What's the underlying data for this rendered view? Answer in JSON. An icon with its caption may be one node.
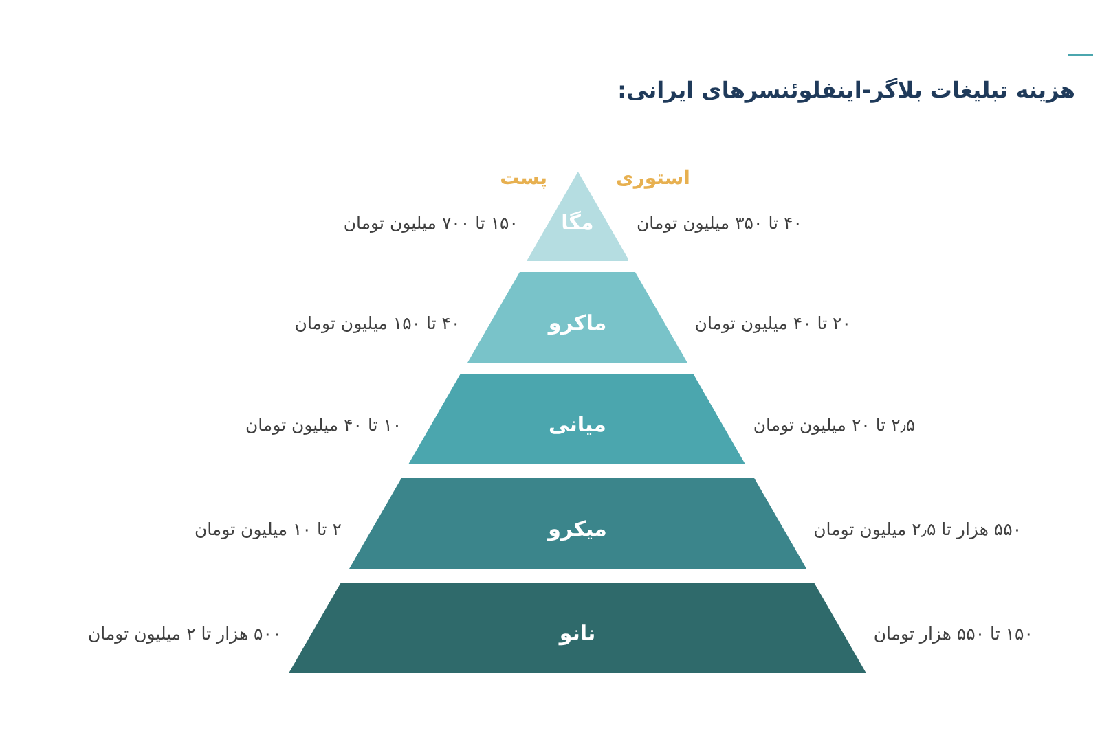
{
  "diagram": {
    "title": "هزینه تبلیغات بلاگر-اینفلوئنسرهای ایرانی:",
    "nodes": [
      {
        "text": [
          "مگا"
        ],
        "beside": [
          "۱۵۰ تا ۷۰۰ میلیون تومان",
          "۴۰ تا ۳۵۰ میلیون تومان"
        ]
      },
      {
        "text": [
          "ماکرو"
        ],
        "beside": [
          "۴۰ تا ۱۵۰ میلیون تومان",
          "۲۰ تا ۴۰ میلیون تومان"
        ]
      },
      {
        "text": [
          "میانی"
        ],
        "beside": [
          "۱۰ تا ۴۰ میلیون تومان",
          "۲٫۵ تا ۲۰ میلیون تومان"
        ]
      },
      {
        "text": [
          "میکرو"
        ],
        "beside": [
          "۲ تا ۱۰ میلیون تومان",
          "۵۵۰ هزار تا ۲٫۵ میلیون تومان"
        ]
      },
      {
        "text": [
          "نانو"
        ],
        "beside": [
          "۵۰۰ هزار تا ۲ میلیون تومان",
          "۱۵۰ تا ۵۵۰ هزار تومان"
        ]
      }
    ],
    "labels": [
      "پست",
      "استوری"
    ]
  }
}
